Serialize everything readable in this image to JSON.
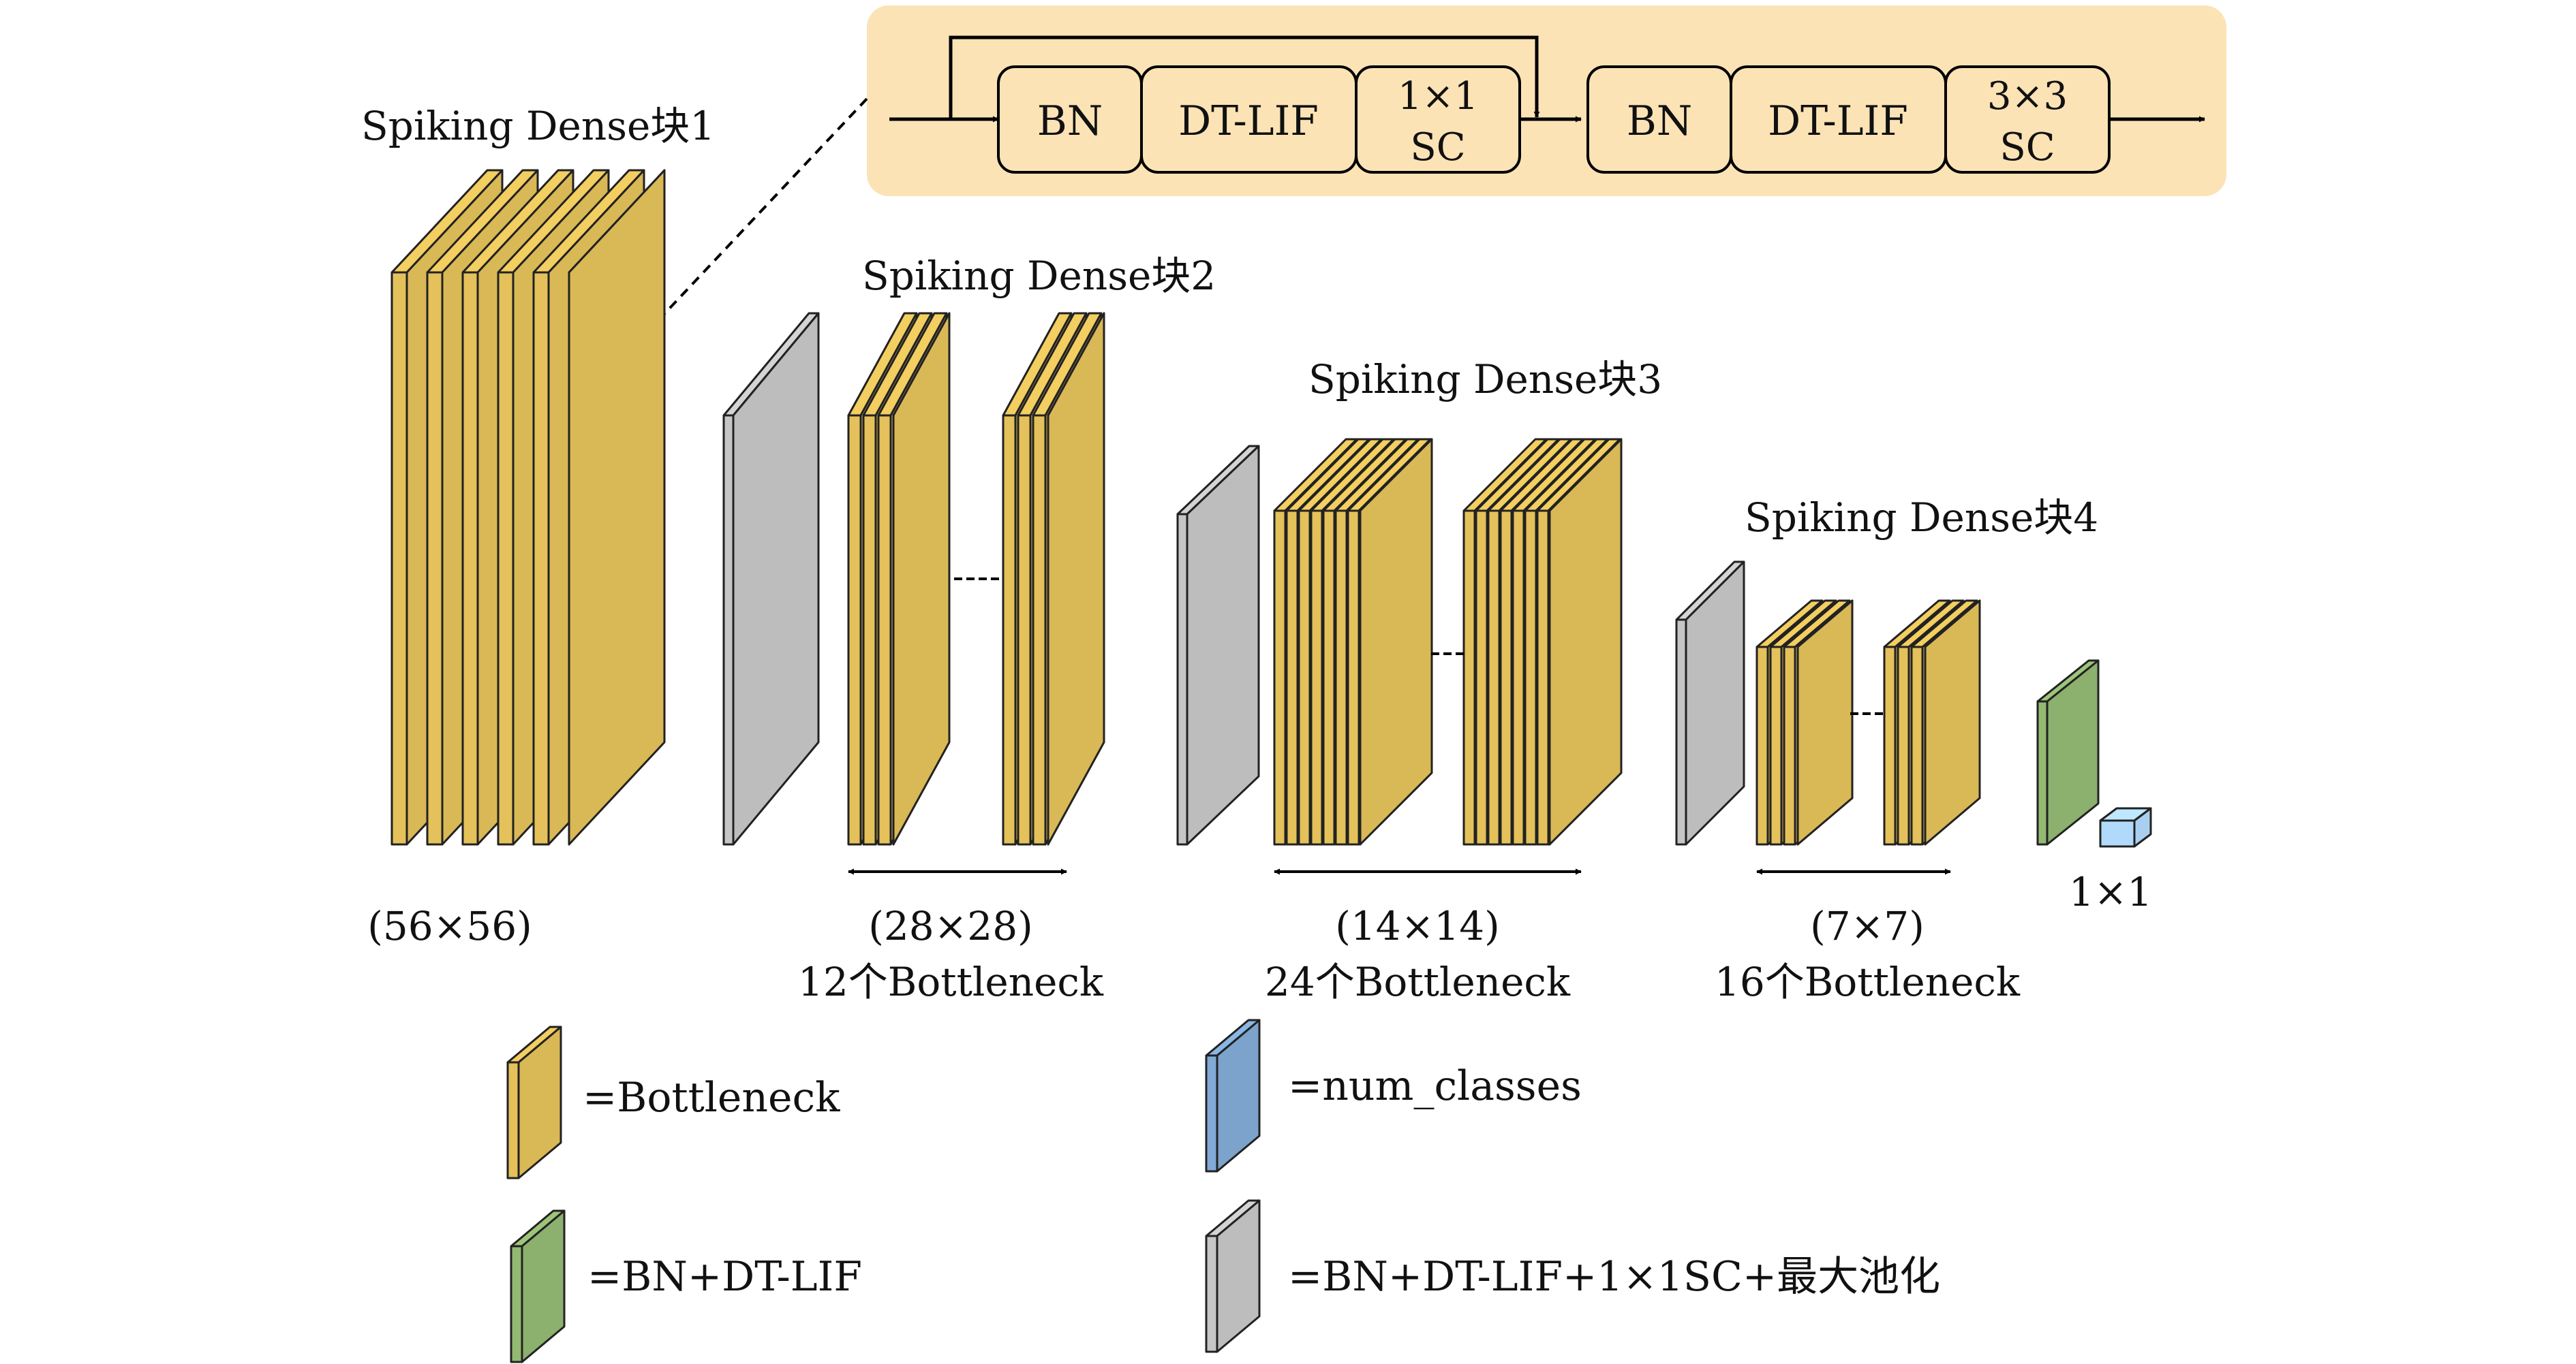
{
  "module": {
    "group1": [
      "BN",
      "DT-LIF",
      "1×1",
      "SC"
    ],
    "group2": [
      "BN",
      "DT-LIF",
      "3×3",
      "SC"
    ]
  },
  "blocks": [
    {
      "title": "Spiking Dense块1",
      "size": "(56×56)",
      "count": ""
    },
    {
      "title": "Spiking Dense块2",
      "size": "(28×28)",
      "count": "12个Bottleneck"
    },
    {
      "title": "Spiking Dense块3",
      "size": "(14×14)",
      "count": "24个Bottleneck"
    },
    {
      "title": "Spiking Dense块4",
      "size": "(7×7)",
      "count": "16个Bottleneck"
    }
  ],
  "output_label": "1×1",
  "legend": {
    "bottleneck": "=Bottleneck",
    "num_classes": "=num_classes",
    "bn_lif": "=BN+DT-LIF",
    "transition": "=BN+DT-LIF+1×1SC+最大池化"
  },
  "colors": {
    "bottleneck": "#D9B856",
    "bottleneck_top": "#F0D36A",
    "transition": "#BDBDBD",
    "bn_lif": "#8CB06D",
    "num_classes": "#7BA3CC",
    "output_cube": "#A9CFF0",
    "module_bg": "#FBE3B6"
  }
}
